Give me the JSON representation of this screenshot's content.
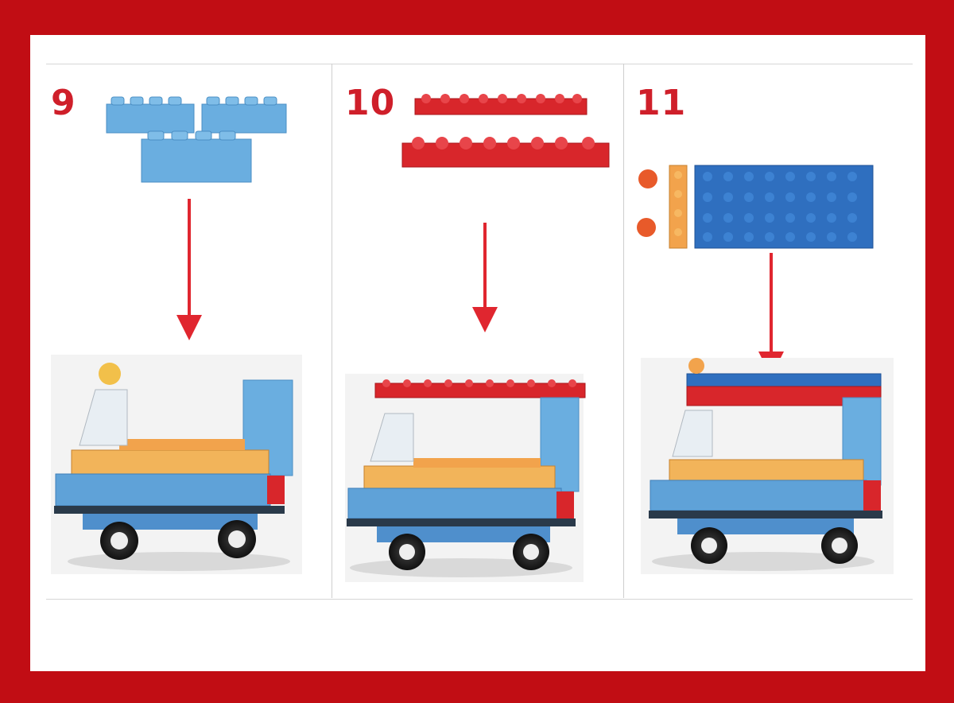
{
  "steps": [
    {
      "number": "9"
    },
    {
      "number": "10"
    },
    {
      "number": "11"
    }
  ],
  "colors": {
    "frame": "#c10d14",
    "brick_blue": "#6aaee0",
    "brick_dark_blue": "#2f6fbf",
    "brick_red": "#d8262b",
    "brick_orange": "#f2a34c",
    "arrow": "#e0262f",
    "step_number": "#cf1f2a"
  }
}
